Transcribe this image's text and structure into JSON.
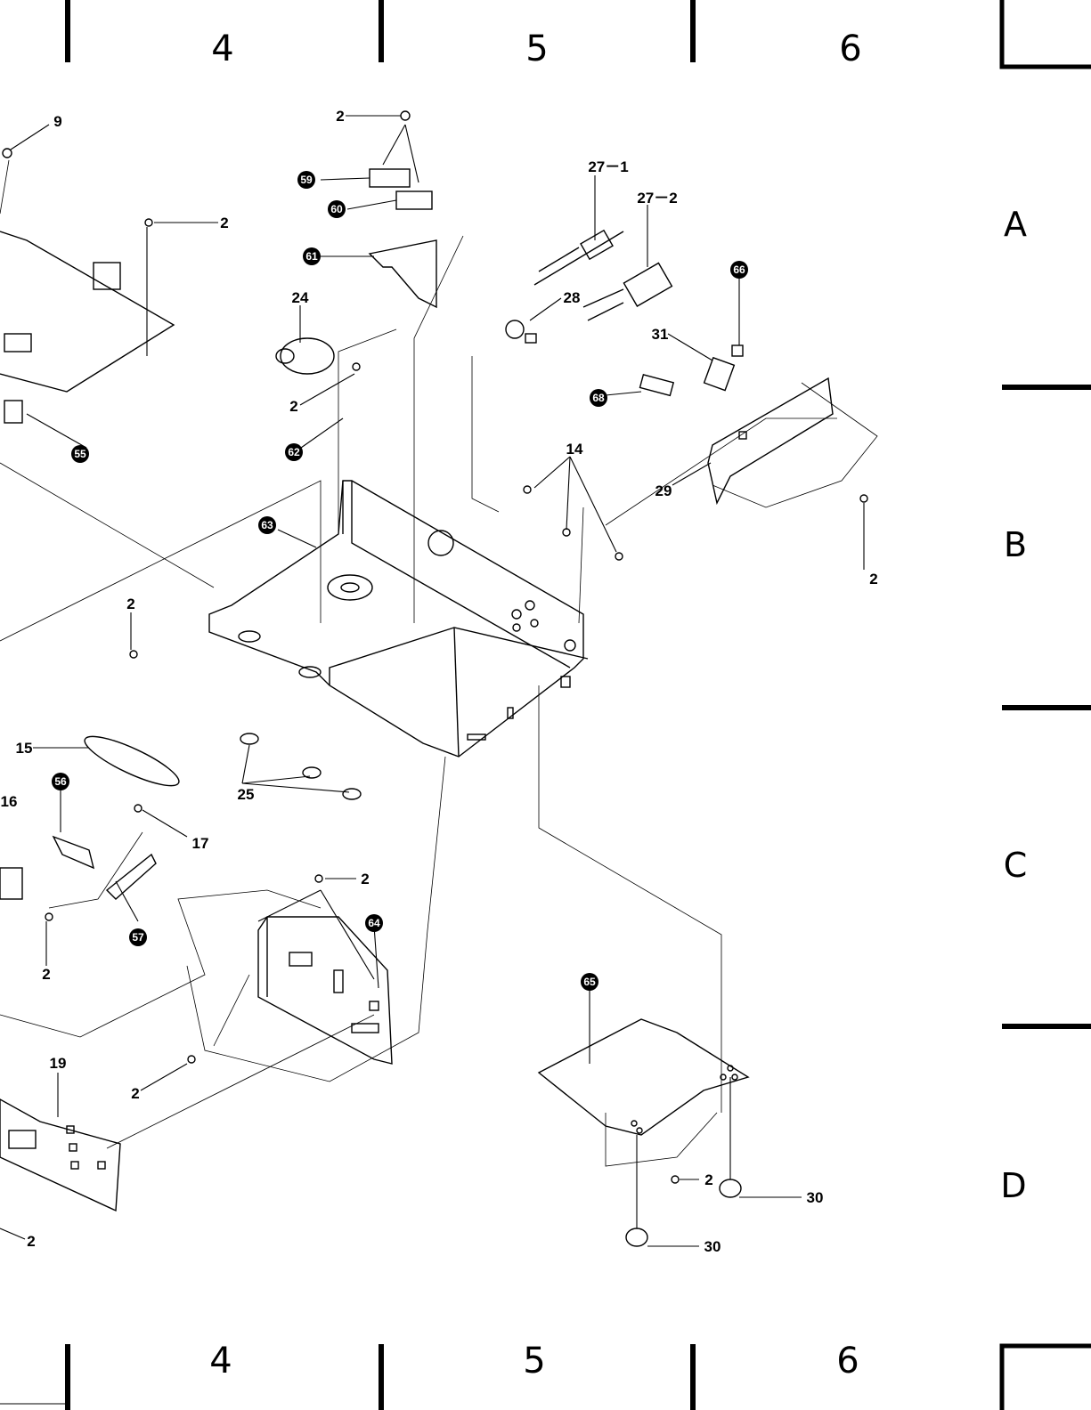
{
  "grid": {
    "columns": [
      "4",
      "5",
      "6"
    ],
    "rows": [
      "A",
      "B",
      "C",
      "D"
    ]
  },
  "labels": [
    {
      "id": "9",
      "text": "9"
    },
    {
      "id": "2a",
      "text": "2"
    },
    {
      "id": "2b",
      "text": "2"
    },
    {
      "id": "27-1",
      "text": "27－1"
    },
    {
      "id": "27-2",
      "text": "27－2"
    },
    {
      "id": "24",
      "text": "24"
    },
    {
      "id": "28",
      "text": "28"
    },
    {
      "id": "31",
      "text": "31"
    },
    {
      "id": "2c",
      "text": "2"
    },
    {
      "id": "14",
      "text": "14"
    },
    {
      "id": "29",
      "text": "29"
    },
    {
      "id": "2d",
      "text": "2"
    },
    {
      "id": "2e",
      "text": "2"
    },
    {
      "id": "15",
      "text": "15"
    },
    {
      "id": "16",
      "text": "16"
    },
    {
      "id": "17",
      "text": "17"
    },
    {
      "id": "25",
      "text": "25"
    },
    {
      "id": "2f",
      "text": "2"
    },
    {
      "id": "2g",
      "text": "2"
    },
    {
      "id": "19",
      "text": "19"
    },
    {
      "id": "2h",
      "text": "2"
    },
    {
      "id": "2i",
      "text": "2"
    },
    {
      "id": "2j",
      "text": "2"
    },
    {
      "id": "30a",
      "text": "30"
    },
    {
      "id": "30b",
      "text": "30"
    }
  ],
  "badges": [
    "59",
    "60",
    "61",
    "62",
    "63",
    "55",
    "66",
    "68",
    "56",
    "57",
    "64",
    "65"
  ]
}
